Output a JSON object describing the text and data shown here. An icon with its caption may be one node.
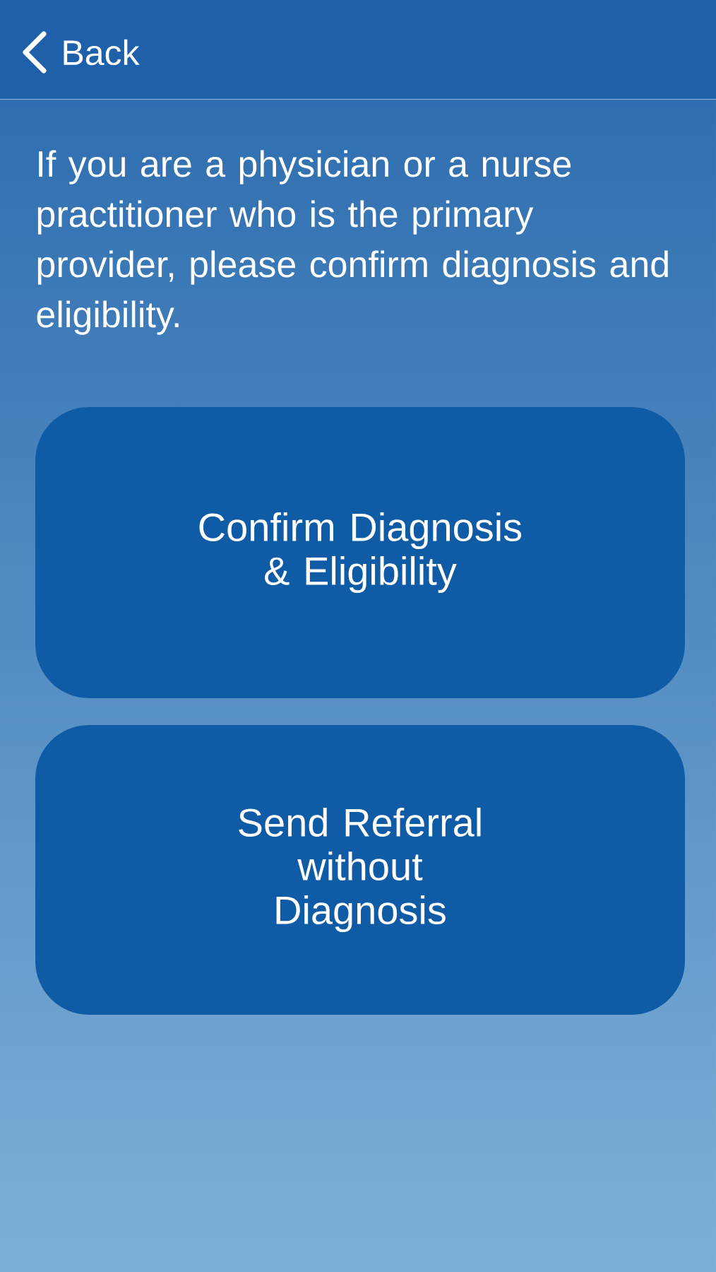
{
  "diagram": {
    "nodes": [
      {
        "text": [
          "Confirm Diagnosis & Eligibility"
        ]
      },
      {
        "text": [
          "Send Referral without Diagnosis"
        ]
      }
    ],
    "labels": [
      "Back",
      "If you are a physician or a nurse practitioner who is the primary provider, please confirm diagnosis and eligibility."
    ]
  }
}
